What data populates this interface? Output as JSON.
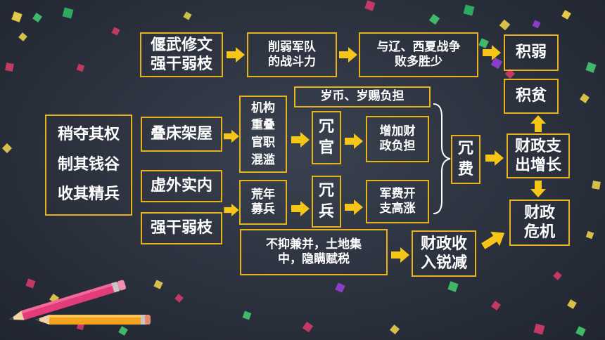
{
  "nodes": {
    "yanwu": "偃武修文\n强干弱枝",
    "xueruo": "削弱军队\n的战斗力",
    "liaoxia": "与辽、西夏战争\n败多胜少",
    "jiruo": "积弱",
    "jipin": "积贫",
    "shaoduo": "稍夺其权\n制其钱谷\n收其精兵",
    "diechuang": "叠床架屋",
    "xuwai": "虚外实内",
    "qianggan": "强干弱枝",
    "jigou": "机构\n重叠\n官职\n混滥",
    "huangnian": "荒年\n募兵",
    "rongguan": "冗\n官",
    "rongbing": "冗\n兵",
    "zengjia": "增加财\n政负担",
    "junfei": "军费开\n支高涨",
    "suibi": "岁币、岁赐负担",
    "rongfei": "冗\n费",
    "caizhengzhi": "财政支\n出增长",
    "weiji": "财政\n危机",
    "buyi": "不抑兼并，土地集\n中，隐瞒赋税",
    "shouru": "财政收\n入锐减"
  },
  "colors": {
    "border": "#e8b21e",
    "arrow": "#f5c518",
    "text": "#ffffff",
    "background": "#2b313d"
  }
}
